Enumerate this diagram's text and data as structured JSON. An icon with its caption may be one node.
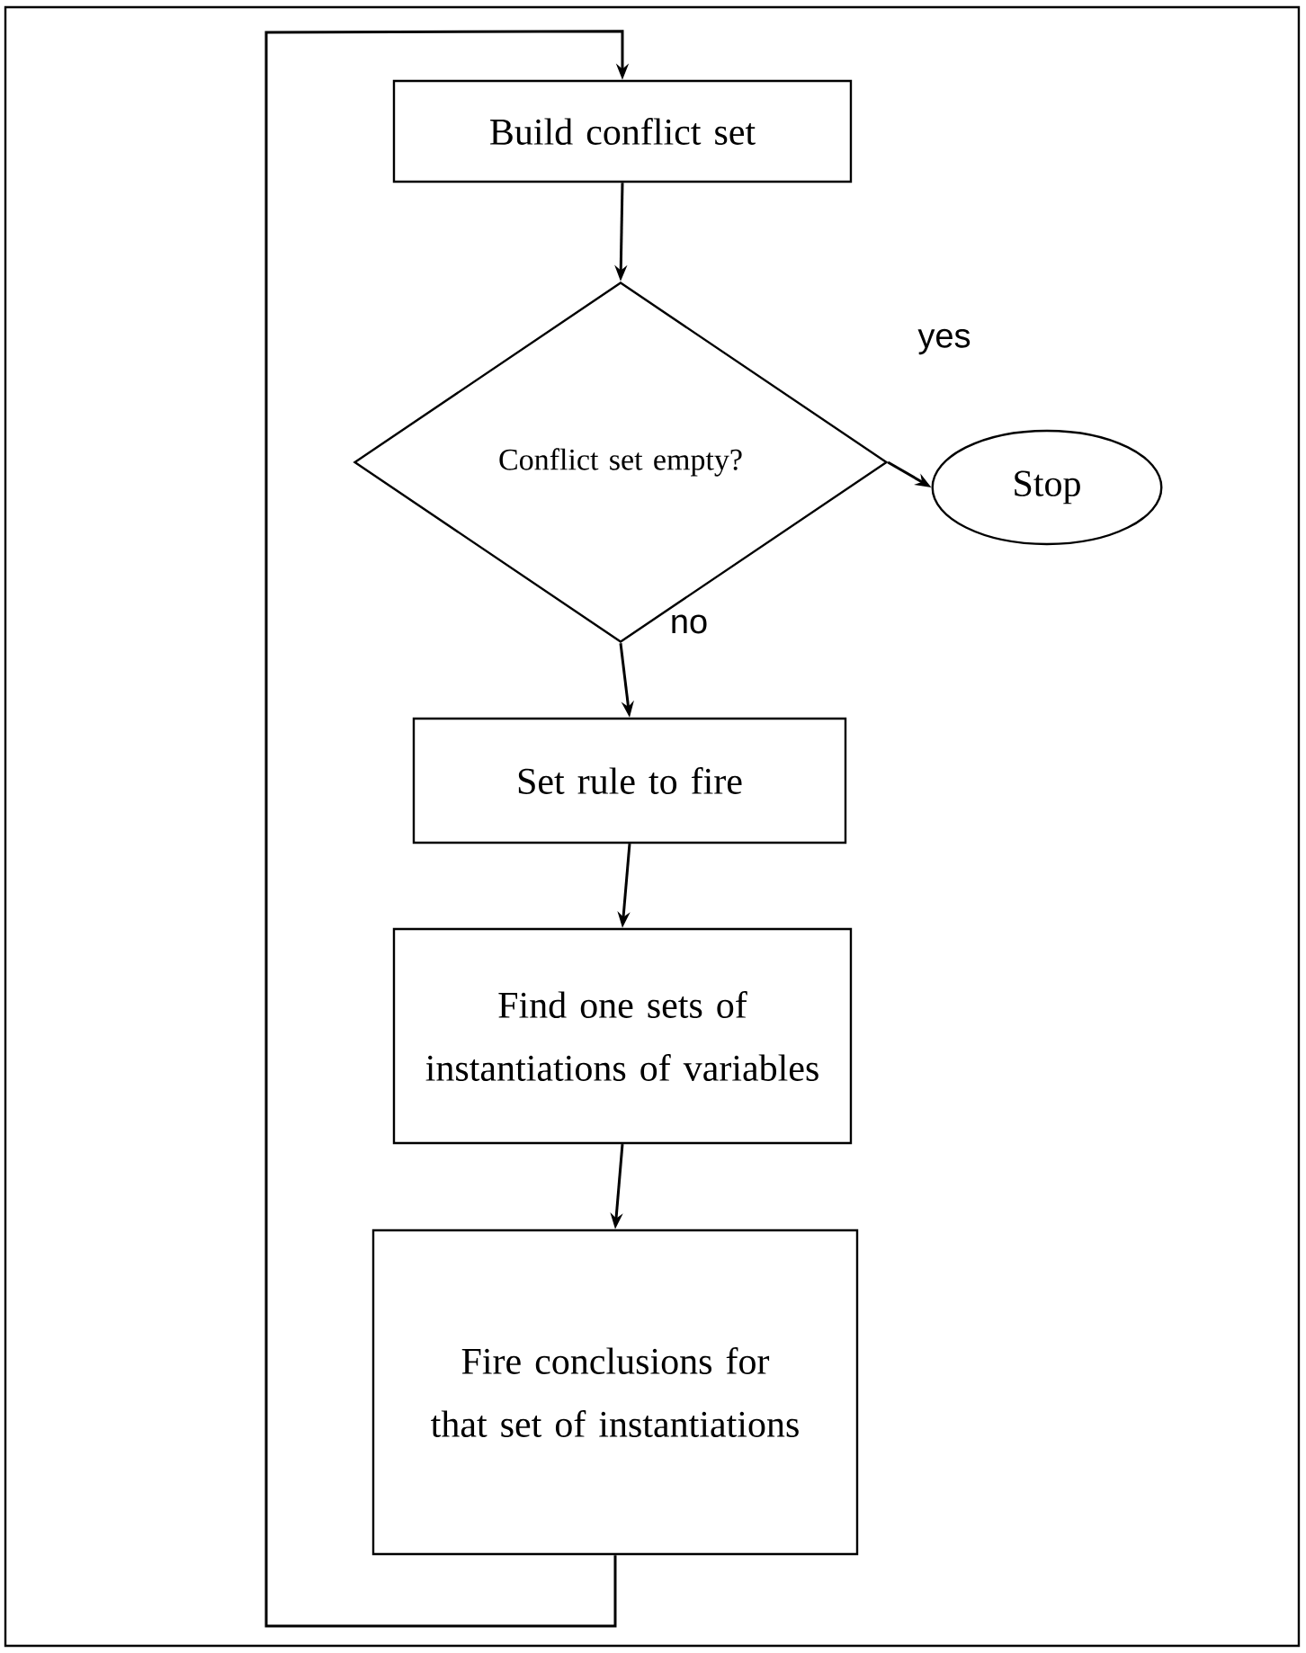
{
  "diagram": {
    "nodes": [
      {
        "text": [
          "Build conflict set"
        ]
      },
      {
        "text": [
          "Conflict set empty?"
        ]
      },
      {
        "text": [
          "Stop"
        ]
      },
      {
        "text": [
          "Set rule to fire"
        ]
      },
      {
        "text": [
          "Find one sets of instantiations of variables"
        ]
      },
      {
        "text": [
          "Fire conclusions for that set of instantiations"
        ]
      }
    ],
    "edges": [
      {
        "from": 0,
        "to": 1,
        "arrow": "to"
      },
      {
        "from": 1,
        "to": 2,
        "arrow": "to",
        "label": "yes"
      },
      {
        "from": 1,
        "to": 3,
        "arrow": "to",
        "label": "no"
      },
      {
        "from": 3,
        "to": 4,
        "arrow": "to"
      },
      {
        "from": 4,
        "to": 5,
        "arrow": "to"
      },
      {
        "from": 5,
        "to": 0,
        "arrow": "to"
      }
    ]
  }
}
